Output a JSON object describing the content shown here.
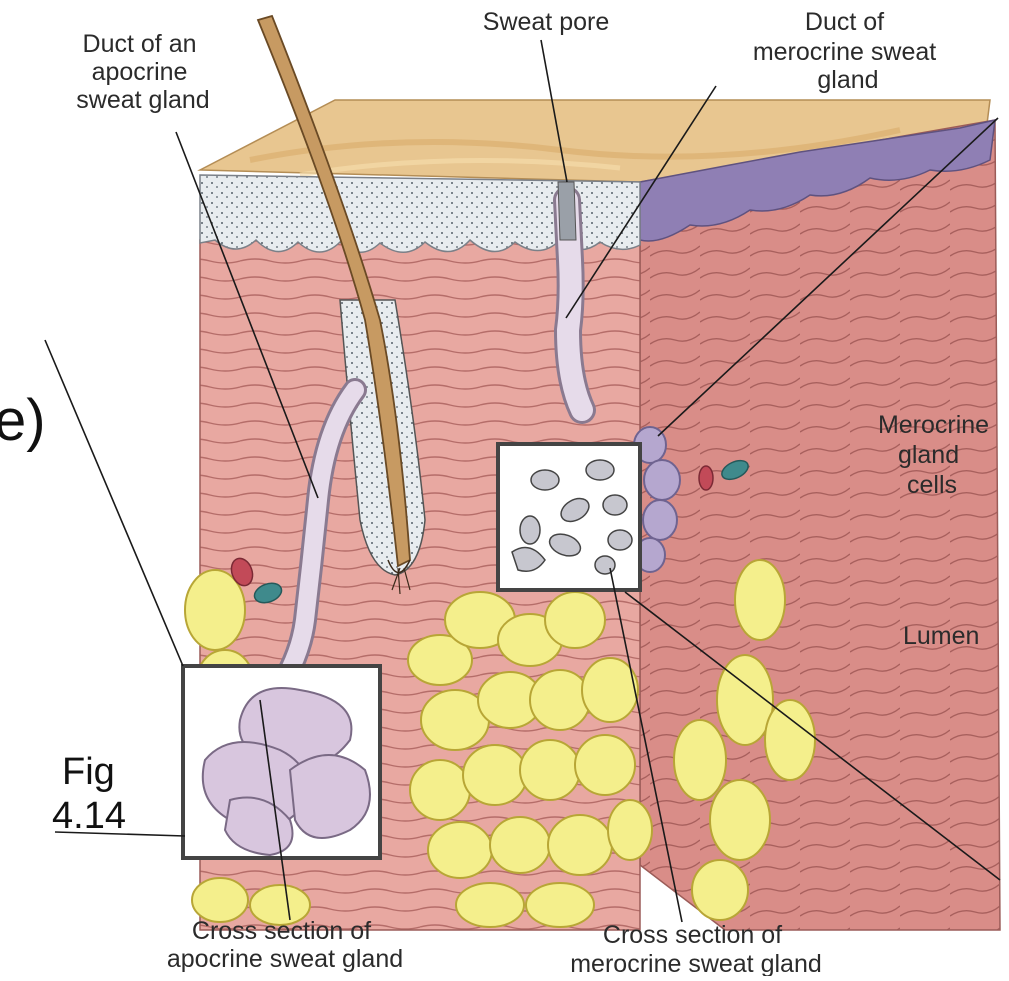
{
  "labels": {
    "apocrine_duct": [
      "Duct of an",
      "apocrine",
      "sweat gland"
    ],
    "sweat_pore": "Sweat pore",
    "merocrine_duct": [
      "Duct of",
      "merocrine sweat",
      "gland"
    ],
    "merocrine_cells": [
      "Merocrine",
      "gland",
      "cells"
    ],
    "lumen": "Lumen",
    "apocrine_cross": [
      "Cross section of",
      "apocrine sweat gland"
    ],
    "merocrine_cross": [
      "Cross section of",
      "merocrine sweat gland"
    ],
    "partial_text": "e)",
    "fig_ref": [
      "Fig",
      "4.14"
    ]
  },
  "colors": {
    "epidermis_top": "#e6c48a",
    "dermis": "#e9a9a3",
    "dermis_lines": "#b86f6b",
    "stratum_dots": "#dfe4e8",
    "fat": "#f4ef8c",
    "fat_outline": "#b8a636",
    "gland": "#d8c6de",
    "hair": "#c79a62",
    "purple_layer": "#8f7fb4"
  }
}
